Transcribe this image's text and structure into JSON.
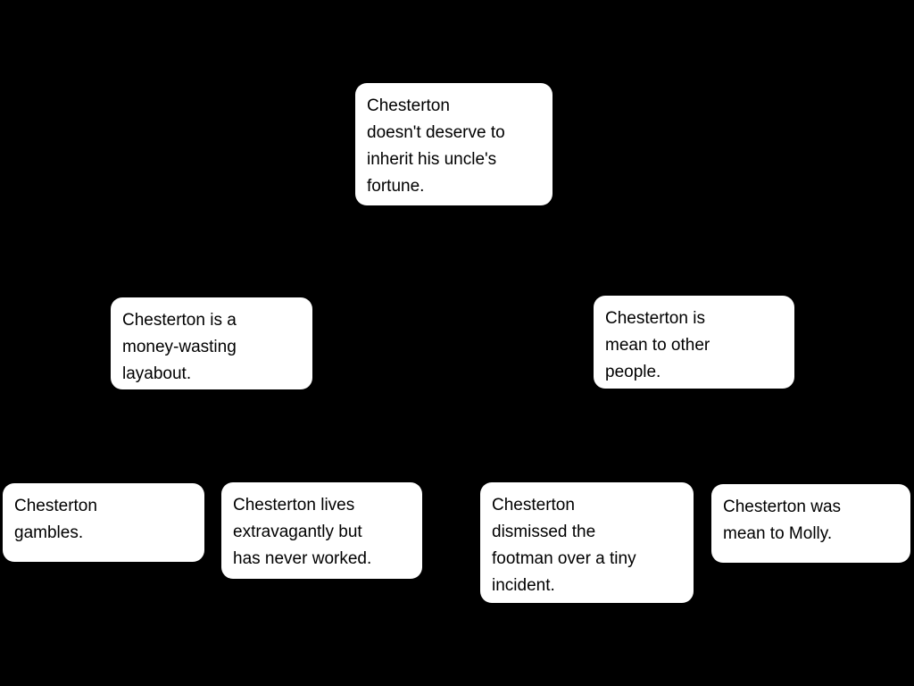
{
  "diagram": {
    "type": "argument-map-tree",
    "colors": {
      "background": "#000000",
      "node_fill": "#ffffff",
      "node_text": "#000000"
    },
    "nodes": [
      {
        "id": "top-conclusion",
        "text": "Chesterton\ndoesn't deserve to\ninherit his uncle's\nfortune."
      },
      {
        "id": "middle-left-claim",
        "text": "Chesterton is a\nmoney-wasting\nlayabout."
      },
      {
        "id": "middle-right-claim",
        "text": "Chesterton is\nmean to other\npeople."
      },
      {
        "id": "bottom-premise-1",
        "text": "Chesterton\ngambles."
      },
      {
        "id": "bottom-premise-2",
        "text": "Chesterton lives\nextravagantly but\nhas never worked."
      },
      {
        "id": "bottom-premise-3",
        "text": "Chesterton\ndismissed the\nfootman over a tiny\nincident."
      },
      {
        "id": "bottom-premise-4",
        "text": "Chesterton was\nmean to Molly."
      }
    ]
  }
}
